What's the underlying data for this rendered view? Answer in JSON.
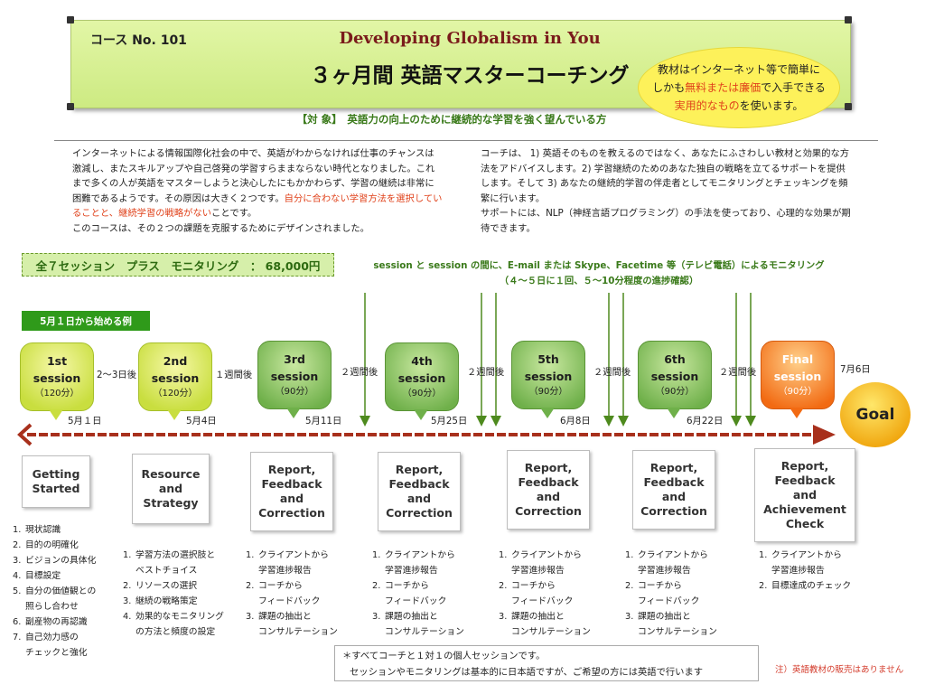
{
  "header": {
    "course_no": "コース No. 101",
    "title_en": "Developing Globalism in You",
    "title_jp": "３ヶ月間 英語マスターコーチング"
  },
  "bubble": {
    "line1": "教材はインターネット等で簡単に",
    "line2_a": "しかも",
    "line2_hl": "無料または廉価",
    "line2_b": "で入手できる",
    "line3_hl": "実用的なもの",
    "line3_b": "を使います。"
  },
  "target": "【対 象】　英語力の向上のために継続的な学習を強く望んでいる方",
  "intro_left": {
    "text_a": "インターネットによる情報国際化社会の中で、英語がわからなければ仕事のチャンスは激減し、またスキルアップや自己啓発の学習すらままならない時代となりました。これまで多くの人が英語をマスターしようと決心したにもかかわらず、学習の継続は非常に困難であるようです。その原因は大きく２つです。",
    "text_red": "自分に合わない学習方法を選択していることと、継続学習の戦略がない",
    "text_b": "ことです。",
    "text_c": "このコースは、その２つの課題を克服するためにデザインされました。"
  },
  "intro_right": {
    "text": "コーチは、 1) 英語そのものを教えるのではなく、あなたにふさわしい教材と効果的な方法をアドバイスします。2) 学習継続のためのあなた独自の戦略を立てるサポートを提供します。そして 3) あなたの継続的学習の伴走者としてモニタリングとチェッキングを頻繁に行います。",
    "text2": "サポートには、NLP（神経言語プログラミング）の手法を使っており、心理的な効果が期待できます。"
  },
  "price": "全７セッション　プラス　モニタリング　：  68,000円",
  "monitor_note": {
    "line1": "session と session の間に、E-mail または Skype、Facetime 等（テレビ電話）によるモニタリング",
    "line2": "（４〜５日に１回、５〜10分程度の進捗確認）"
  },
  "example_label": "5月１日から始める例",
  "sessions": [
    {
      "name": "1st",
      "word": "session",
      "dur": "（120分）",
      "date": "5月１日"
    },
    {
      "name": "2nd",
      "word": "session",
      "dur": "（120分）",
      "date": "5月4日"
    },
    {
      "name": "3rd",
      "word": "session",
      "dur": "（90分）",
      "date": "5月11日"
    },
    {
      "name": "4th",
      "word": "session",
      "dur": "（90分）",
      "date": "5月25日"
    },
    {
      "name": "5th",
      "word": "session",
      "dur": "（90分）",
      "date": "6月8日"
    },
    {
      "name": "6th",
      "word": "session",
      "dur": "（90分）",
      "date": "6月22日"
    },
    {
      "name": "Final",
      "word": "session",
      "dur": "（90分）",
      "date": "7月6日"
    }
  ],
  "gaps": [
    "2〜3日後",
    "１週間後",
    "２週間後",
    "２週間後",
    "２週間後",
    "２週間後"
  ],
  "goal": "Goal",
  "phases": [
    {
      "title": [
        "Getting",
        "Started"
      ],
      "items": [
        "現状認識",
        "目的の明確化",
        "ビジョンの具体化",
        "目標設定",
        "自分の価値観との",
        "照らし合わせ",
        "副産物の再認識",
        "自己効力感の",
        "チェックと強化"
      ]
    },
    {
      "title": [
        "Resource",
        "and",
        "Strategy"
      ],
      "items": [
        "学習方法の選択肢と",
        "ベストチョイス",
        "リソースの選択",
        "継続の戦略策定",
        "効果的なモニタリング",
        "の方法と頻度の設定"
      ]
    },
    {
      "title": [
        "Report,",
        "Feedback",
        "and",
        "Correction"
      ],
      "items": [
        "クライアントから",
        "学習進捗報告",
        "コーチから",
        "フィードバック",
        "課題の抽出と",
        "コンサルテーション"
      ]
    },
    {
      "title": [
        "Report,",
        "Feedback",
        "and",
        "Correction"
      ],
      "items": [
        "クライアントから",
        "学習進捗報告",
        "コーチから",
        "フィードバック",
        "課題の抽出と",
        "コンサルテーション"
      ]
    },
    {
      "title": [
        "Report,",
        "Feedback",
        "and",
        "Correction"
      ],
      "items": [
        "クライアントから",
        "学習進捗報告",
        "コーチから",
        "フィードバック",
        "課題の抽出と",
        "コンサルテーション"
      ]
    },
    {
      "title": [
        "Report,",
        "Feedback",
        "and",
        "Correction"
      ],
      "items": [
        "クライアントから",
        "学習進捗報告",
        "コーチから",
        "フィードバック",
        "課題の抽出と",
        "コンサルテーション"
      ]
    },
    {
      "title": [
        "Report,",
        "Feedback",
        "and",
        "Achievement",
        "Check"
      ],
      "items": [
        "クライアントから",
        "学習進捗報告",
        "目標達成のチェック"
      ]
    }
  ],
  "footnote": {
    "line1": "＊すべてコーチと１対１の個人セッションです。",
    "line2": "セッションやモニタリングは基本的に日本語ですが、ご希望の方には英語で行います"
  },
  "note_right": "注）英語教材の販売はありません",
  "colors": {
    "banner": "#cdea82",
    "bubble": "#fdf15a",
    "accent_red": "#e0421b",
    "green_text": "#3a7a1a",
    "arrow_red": "#a8301c",
    "monitor_arrow": "#4e8a1e"
  }
}
